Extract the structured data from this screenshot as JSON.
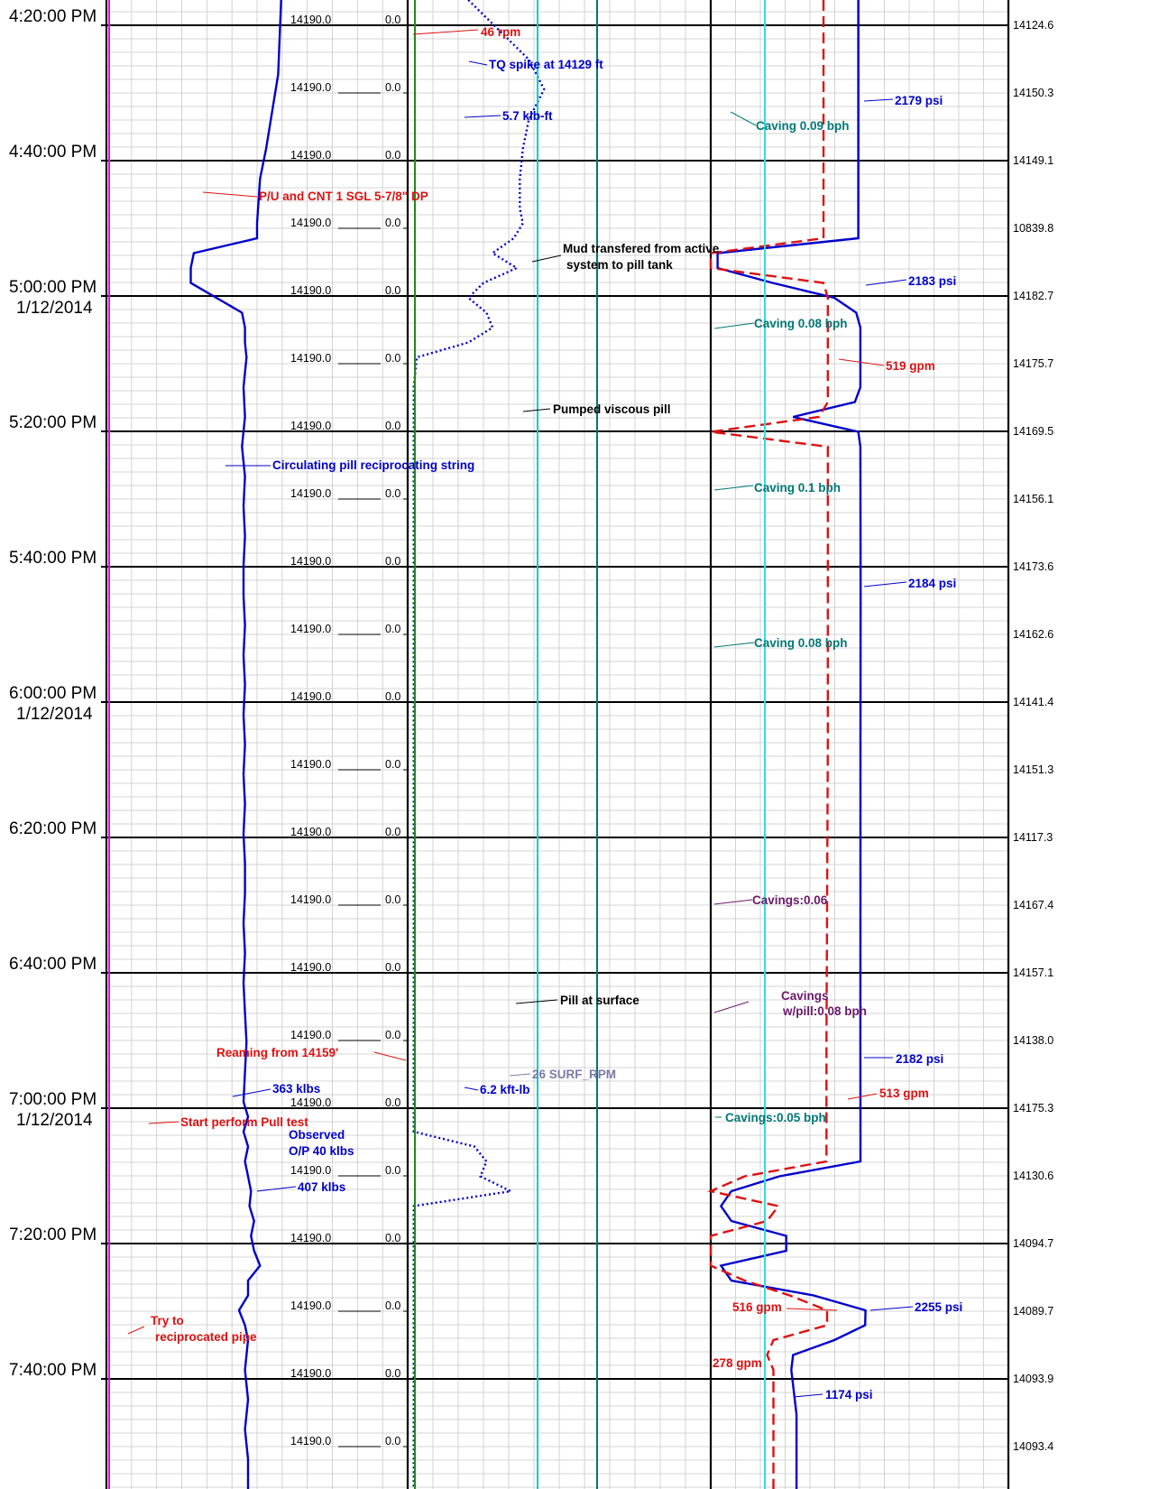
{
  "chart_data": {
    "type": "line",
    "title": "",
    "y_axis": "time",
    "grid": true,
    "time_labels": [
      {
        "time": "4:20:00 PM",
        "date": ""
      },
      {
        "time": "4:40:00 PM",
        "date": ""
      },
      {
        "time": "5:00:00 PM",
        "date": "1/12/2014"
      },
      {
        "time": "5:20:00 PM",
        "date": ""
      },
      {
        "time": "5:40:00 PM",
        "date": ""
      },
      {
        "time": "6:00:00 PM",
        "date": "1/12/2014"
      },
      {
        "time": "6:20:00 PM",
        "date": ""
      },
      {
        "time": "6:40:00 PM",
        "date": ""
      },
      {
        "time": "7:00:00 PM",
        "date": "1/12/2014"
      },
      {
        "time": "7:20:00 PM",
        "date": ""
      },
      {
        "time": "7:40:00 PM",
        "date": ""
      }
    ],
    "depth_labels": [
      "14190.0",
      "14190.0",
      "14190.0",
      "14190.0",
      "14190.0",
      "14190.0",
      "14190.0",
      "14190.0",
      "14190.0",
      "14190.0",
      "14190.0",
      "14190.0",
      "14190.0",
      "14190.0",
      "14190.0",
      "14190.0",
      "14190.0",
      "14190.0",
      "14190.0",
      "14190.0",
      "14190.0",
      "14190.0"
    ],
    "zero_labels": [
      "0.0",
      "0.0",
      "0.0",
      "0.0",
      "0.0",
      "0.0",
      "0.0",
      "0.0",
      "0.0",
      "0.0",
      "0.0",
      "0.0",
      "0.0",
      "0.0",
      "0.0",
      "0.0",
      "0.0",
      "0.0",
      "0.0",
      "0.0",
      "0.0",
      "0.0"
    ],
    "right_values": [
      "14124.6",
      "14150.3",
      "14149.1",
      "10839.8",
      "14182.7",
      "14175.7",
      "14169.5",
      "14156.1",
      "14173.6",
      "14162.6",
      "14141.4",
      "14151.3",
      "14117.3",
      "14167.4",
      "14157.1",
      "14138.0",
      "14175.3",
      "14130.6",
      "14094.7",
      "14089.7",
      "14093.9",
      "14093.4"
    ],
    "series": [
      {
        "track": "hookload",
        "color": "#0000cc",
        "values": [
          [
            0,
            580
          ],
          [
            5,
            570
          ],
          [
            10,
            530
          ],
          [
            12,
            510
          ],
          [
            15,
            500
          ],
          [
            16,
            500
          ],
          [
            17,
            290
          ],
          [
            18,
            280
          ],
          [
            19,
            280
          ],
          [
            21,
            450
          ],
          [
            22,
            460
          ],
          [
            23,
            460
          ],
          [
            24,
            465
          ],
          [
            26,
            455
          ],
          [
            28,
            460
          ],
          [
            30,
            450
          ],
          [
            32,
            460
          ],
          [
            34,
            455
          ],
          [
            36,
            460
          ],
          [
            38,
            455
          ],
          [
            40,
            455
          ],
          [
            42,
            460
          ],
          [
            44,
            455
          ],
          [
            46,
            460
          ],
          [
            48,
            455
          ],
          [
            50,
            460
          ],
          [
            52,
            455
          ],
          [
            54,
            460
          ],
          [
            56,
            455
          ],
          [
            58,
            460
          ],
          [
            60,
            460
          ],
          [
            62,
            455
          ],
          [
            64,
            460
          ],
          [
            66,
            455
          ],
          [
            68,
            460
          ],
          [
            70,
            465
          ],
          [
            72,
            460
          ],
          [
            74,
            455
          ],
          [
            75,
            470
          ],
          [
            76,
            455
          ],
          [
            77,
            470
          ],
          [
            78,
            460
          ],
          [
            79,
            470
          ],
          [
            80,
            480
          ],
          [
            81,
            475
          ],
          [
            82,
            490
          ],
          [
            83,
            480
          ],
          [
            84,
            490
          ],
          [
            85,
            510
          ],
          [
            86,
            470
          ],
          [
            87,
            470
          ],
          [
            88,
            440
          ],
          [
            89,
            460
          ],
          [
            90,
            470
          ],
          [
            92,
            460
          ],
          [
            94,
            470
          ],
          [
            96,
            460
          ],
          [
            98,
            470
          ],
          [
            100,
            470
          ]
        ]
      },
      {
        "track": "torque",
        "color": "#0000cc",
        "values": [
          [
            0,
            2
          ],
          [
            2,
            3
          ],
          [
            4,
            4
          ],
          [
            6,
            4.5
          ],
          [
            8,
            4
          ],
          [
            10,
            3.8
          ],
          [
            12,
            3.7
          ],
          [
            14,
            3.7
          ],
          [
            15,
            3.8
          ],
          [
            16,
            3.5
          ],
          [
            17,
            2.8
          ],
          [
            18,
            3.6
          ],
          [
            19,
            2.5
          ],
          [
            20,
            2.0
          ],
          [
            21,
            2.6
          ],
          [
            22,
            2.8
          ],
          [
            23,
            2.0
          ],
          [
            24,
            0.3
          ],
          [
            26,
            0.2
          ],
          [
            76,
            0.2
          ],
          [
            77,
            2.2
          ],
          [
            78,
            2.6
          ],
          [
            79,
            2.4
          ],
          [
            80,
            3.4
          ],
          [
            81,
            0.2
          ],
          [
            100,
            0.2
          ]
        ]
      },
      {
        "track": "standpipe",
        "color": "#0000cc",
        "values": [
          [
            0,
            2150
          ],
          [
            16,
            2150
          ],
          [
            17,
            100
          ],
          [
            18,
            100
          ],
          [
            19,
            900
          ],
          [
            20,
            1800
          ],
          [
            21,
            2120
          ],
          [
            22,
            2180
          ],
          [
            23,
            2180
          ],
          [
            24,
            2180
          ],
          [
            25,
            2180
          ],
          [
            26,
            2180
          ],
          [
            27,
            2100
          ],
          [
            28,
            1200
          ],
          [
            29,
            2150
          ],
          [
            30,
            2180
          ],
          [
            40,
            2184
          ],
          [
            50,
            2182
          ],
          [
            60,
            2182
          ],
          [
            70,
            2180
          ],
          [
            75,
            2182
          ],
          [
            78,
            2182
          ],
          [
            79,
            1000
          ],
          [
            80,
            300
          ],
          [
            81,
            150
          ],
          [
            82,
            300
          ],
          [
            83,
            1100
          ],
          [
            84,
            1100
          ],
          [
            85,
            150
          ],
          [
            86,
            300
          ],
          [
            87,
            1500
          ],
          [
            88,
            2255
          ],
          [
            89,
            2250
          ],
          [
            90,
            1800
          ],
          [
            91,
            1200
          ],
          [
            92,
            1174
          ],
          [
            95,
            1250
          ],
          [
            100,
            1250
          ]
        ]
      },
      {
        "track": "flow",
        "color": "#dd1111",
        "values": [
          [
            0,
            500
          ],
          [
            16,
            500
          ],
          [
            17,
            0
          ],
          [
            18,
            0
          ],
          [
            19,
            500
          ],
          [
            20,
            519
          ],
          [
            25,
            519
          ],
          [
            27,
            519
          ],
          [
            28,
            480
          ],
          [
            29,
            0
          ],
          [
            30,
            519
          ],
          [
            50,
            519
          ],
          [
            70,
            513
          ],
          [
            78,
            513
          ],
          [
            79,
            150
          ],
          [
            80,
            0
          ],
          [
            81,
            300
          ],
          [
            82,
            250
          ],
          [
            83,
            0
          ],
          [
            84,
            0
          ],
          [
            85,
            0
          ],
          [
            86,
            150
          ],
          [
            87,
            350
          ],
          [
            88,
            516
          ],
          [
            89,
            516
          ],
          [
            90,
            278
          ],
          [
            91,
            250
          ],
          [
            92,
            278
          ],
          [
            100,
            278
          ]
        ]
      }
    ]
  },
  "annotations": {
    "rpm": "46 rpm",
    "tq_spike": "TQ spike at 14129 ft",
    "tq_57": "5.7 klb-ft",
    "pu_cnt": "P/U and CNT 1 SGL 5-7/8\" DP",
    "mud_transfer_1": "Mud transfered from active",
    "mud_transfer_2": "system to pill tank",
    "pumped_pill": "Pumped viscous pill",
    "circ_pill": "Circulating pill reciprocating string",
    "pill_surface": "Pill at surface",
    "reaming": "Reaming from 14159'",
    "surf_rpm": "26 SURF_RPM",
    "hook_363": "363 klbs",
    "kft_62": "6.2 kft-lb",
    "pull_test": "Start perform Pull test",
    "observed_1": "Observed",
    "observed_2": "O/P 40 klbs",
    "hook_407": "407 klbs",
    "try_1": "Try to",
    "try_2": "reciprocated pipe",
    "psi_2179": "2179 psi",
    "psi_2183": "2183 psi",
    "psi_2184": "2184 psi",
    "psi_2182": "2182 psi",
    "psi_2255": "2255 psi",
    "psi_1174": "1174 psi",
    "gpm_519": "519 gpm",
    "gpm_513": "513 gpm",
    "gpm_516": "516 gpm",
    "gpm_278": "278 gpm",
    "caving_009": "Caving 0.09 bph",
    "caving_008a": "Caving 0.08 bph",
    "caving_01": "Caving 0.1 bph",
    "caving_008b": "Caving 0.08 bph",
    "cavings_006": "Cavings:0.06",
    "cavings_pill_1": "Cavings",
    "cavings_pill_2": "w/pill:0.08 bph",
    "cavings_005": "Cavings:0.05 bph"
  }
}
